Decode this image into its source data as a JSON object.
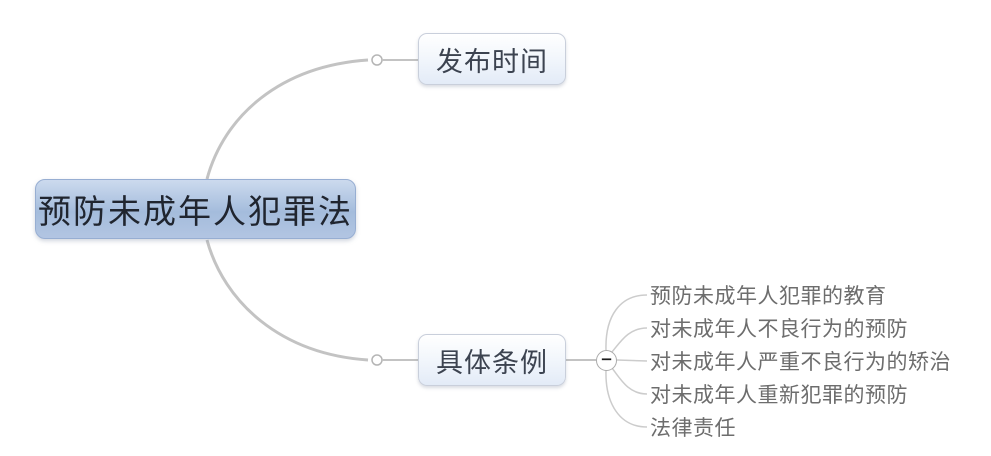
{
  "diagram": {
    "type": "mindmap",
    "root": {
      "label": "预防未成年人犯罪法"
    },
    "branches": [
      {
        "label": "发布时间"
      },
      {
        "label": "具体条例",
        "collapse_symbol": "−",
        "children": [
          "预防未成年人犯罪的教育",
          "对未成年人不良行为的预防",
          "对未成年人严重不良行为的矫治",
          "对未成年人重新犯罪的预防",
          "法律责任"
        ]
      }
    ],
    "colors": {
      "root_fill_top": "#ccdaee",
      "root_fill_bottom": "#b2c5e2",
      "root_border": "#97aed2",
      "branch_fill_top": "#ffffff",
      "branch_fill_bottom": "#e3ebf7",
      "branch_border": "#c9cfdb",
      "connector_line": "#c3c3c3",
      "child_text": "#6d6d6d",
      "background": "#ffffff"
    }
  }
}
